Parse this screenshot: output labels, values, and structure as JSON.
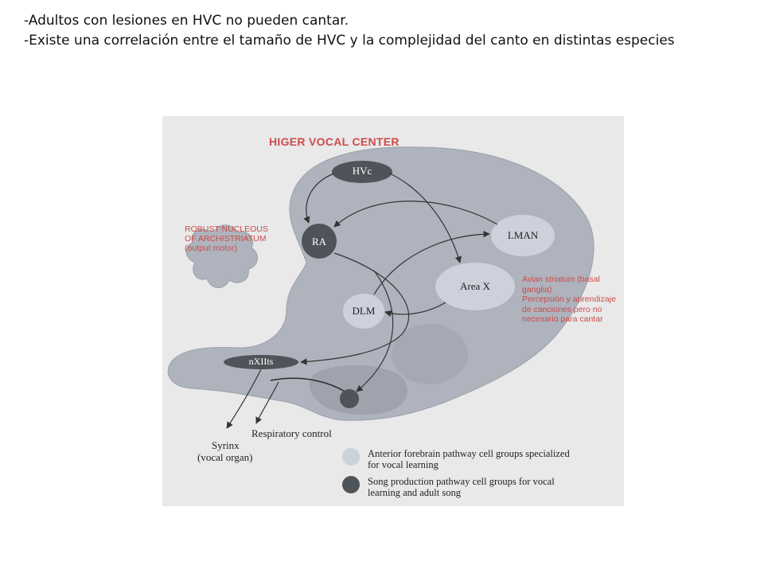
{
  "bullets": [
    "-Adultos  con lesiones en HVC no pueden cantar.",
    "-Existe una correlación entre el tamaño de HVC  y la complejidad del canto en distintas especies"
  ],
  "annotations": {
    "hvc_title": "HIGER VOCAL CENTER",
    "ra_note": [
      "ROBUST NUCLEOUS",
      "OF ARCHISTRIATUM",
      "(output motor)"
    ],
    "areax_note": [
      "Avian striatum (basal",
      "ganglia)",
      "Percepsión y aprendizaje",
      "de canciones pero no",
      "necesario para cantar"
    ]
  },
  "nodes": {
    "hvc": "HVc",
    "ra": "RA",
    "lman": "LMAN",
    "areax": "Area X",
    "dlm": "DLM",
    "nxiits": "nXIIts"
  },
  "outputs": {
    "syrinx": "Syrinx",
    "syrinx_sub": "(vocal organ)",
    "respiratory": "Respiratory control"
  },
  "legend": {
    "anterior_line1": "Anterior forebrain pathway cell groups specialized",
    "anterior_line2": "for vocal learning",
    "song_line1": "Song production pathway cell groups for vocal",
    "song_line2": "learning and adult song"
  },
  "colors": {
    "text_red": "#cc4b4b",
    "brain_fill": "#aeb3bd",
    "light_nucleus": "#ccd1dc",
    "dark_nucleus": "#4e5459"
  }
}
